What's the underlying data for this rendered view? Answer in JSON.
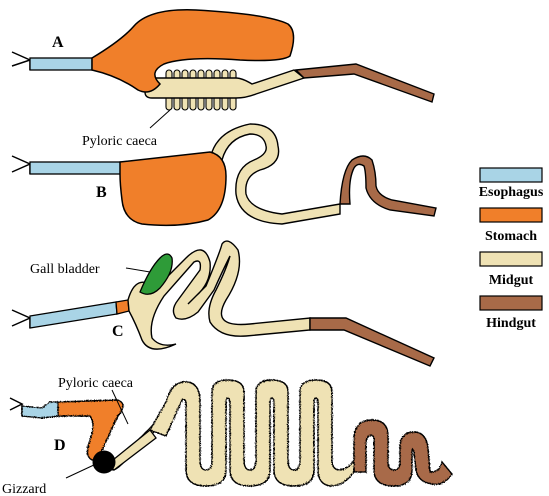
{
  "colors": {
    "esophagus": "#a9d4e6",
    "stomach": "#f07f2a",
    "midgut": "#efe2b4",
    "hindgut": "#a86a48",
    "gall_bladder": "#2e9b38",
    "gizzard": "#000000",
    "outline": "#000000"
  },
  "diagrams": {
    "a": {
      "letter": "A",
      "annotation": "Pyloric caeca"
    },
    "b": {
      "letter": "B"
    },
    "c": {
      "letter": "C",
      "annotation": "Gall bladder"
    },
    "d": {
      "letter": "D",
      "annotation_top": "Pyloric caeca",
      "annotation_bottom": "Gizzard"
    }
  },
  "legend": [
    {
      "label": "Esophagus",
      "color": "#a9d4e6"
    },
    {
      "label": "Stomach",
      "color": "#f07f2a"
    },
    {
      "label": "Midgut",
      "color": "#efe2b4"
    },
    {
      "label": "Hindgut",
      "color": "#a86a48"
    }
  ]
}
